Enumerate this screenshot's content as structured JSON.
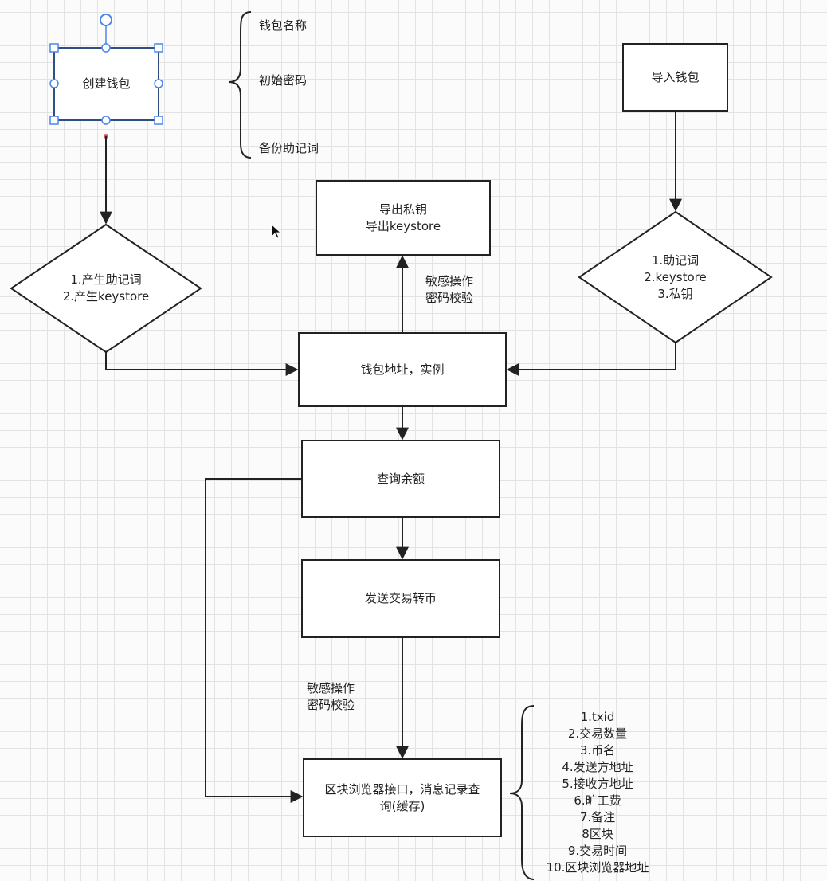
{
  "nodes": {
    "create_wallet": "创建钱包",
    "import_wallet": "导入钱包",
    "generate": [
      "1.产生助记词",
      "2.产生keystore"
    ],
    "export": [
      "导出私钥",
      "导出keystore"
    ],
    "import_options": [
      "1.助记词",
      "2.keystore",
      "3.私钥"
    ],
    "wallet_address": "钱包地址，实例",
    "query_balance": "查询余额",
    "send_tx": "发送交易转币",
    "explorer": [
      "区块浏览器接口，消息记录查",
      "询(缓存)"
    ]
  },
  "create_wallet_fields": [
    "钱包名称",
    "初始密码",
    "备份助记词"
  ],
  "edge_labels": {
    "export_check": [
      "敏感操作",
      "密码校验"
    ],
    "send_check": [
      "敏感操作",
      "密码校验"
    ]
  },
  "explorer_fields": [
    "1.txid",
    "2.交易数量",
    "3.币名",
    "4.发送方地址",
    "5.接收方地址",
    "6.旷工费",
    "7.备注",
    "8区块",
    "9.交易时间",
    "10.区块浏览器地址"
  ]
}
